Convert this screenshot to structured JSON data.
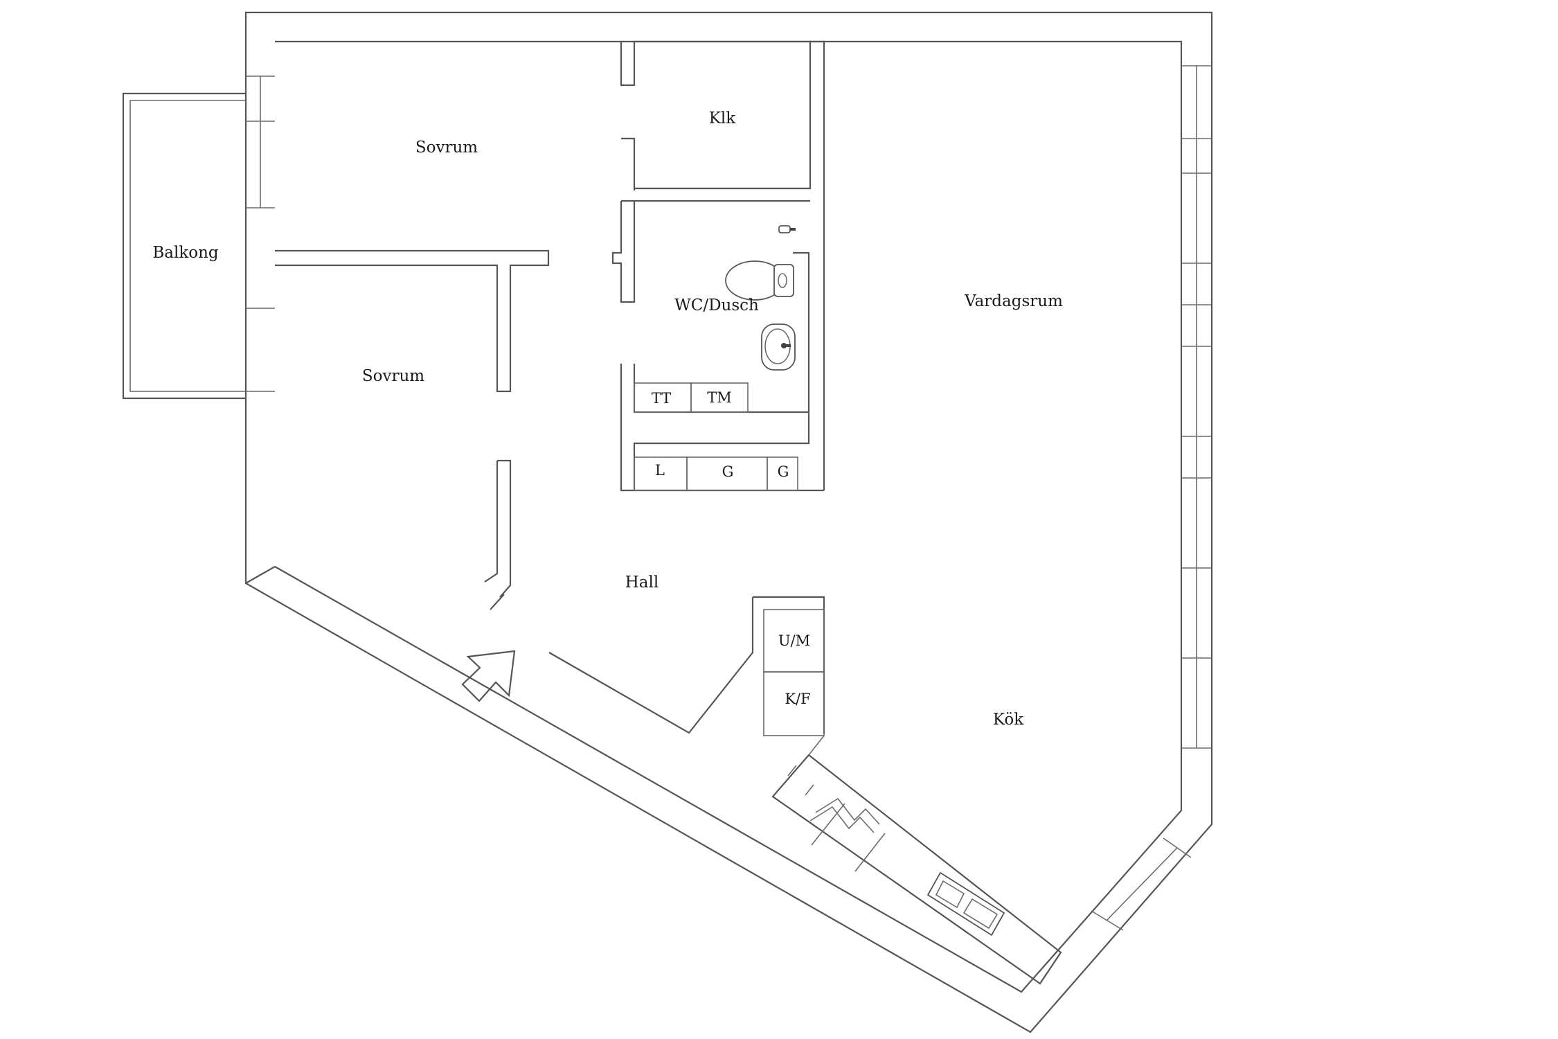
{
  "rooms": {
    "balkong": "Balkong",
    "sovrum_top": "Sovrum",
    "sovrum_bottom": "Sovrum",
    "klk": "Klk",
    "wc_dusch": "WC/Dusch",
    "vardagsrum": "Vardagsrum",
    "hall": "Hall",
    "kok": "Kök"
  },
  "fixtures": {
    "tt": "TT",
    "tm": "TM",
    "l": "L",
    "g1": "G",
    "g2": "G",
    "um": "U/M",
    "kf": "K/F"
  },
  "colors": {
    "wall": "#555555",
    "text": "#1a1a1a",
    "background": "#ffffff"
  }
}
